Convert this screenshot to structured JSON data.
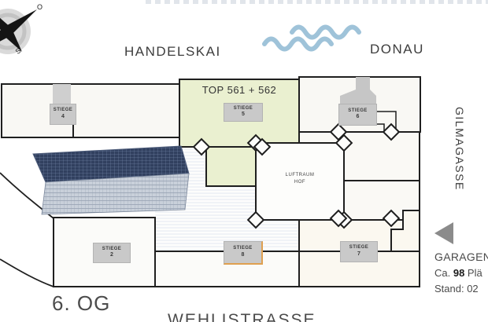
{
  "compass": {
    "east_label": "O",
    "south_label": "S"
  },
  "map_labels": {
    "handelskai": "HANDELSKAI",
    "donau": "DONAU",
    "gilmagasse": "GILMAGASSE",
    "wehlistrasse": "WEHLISTRASSE",
    "floor": "6. OG"
  },
  "plan": {
    "top_unit_label": "TOP 561 + 562",
    "courtyard_line1": "LUFTRAUM",
    "courtyard_line2": "HOF",
    "stiege_boxes": [
      {
        "label": "STIEGE",
        "num": "4"
      },
      {
        "label": "STIEGE",
        "num": "5"
      },
      {
        "label": "STIEGE",
        "num": "6"
      },
      {
        "label": "STIEGE",
        "num": "2"
      },
      {
        "label": "STIEGE",
        "num": "8",
        "highlighted": true
      },
      {
        "label": "STIEGE",
        "num": "7"
      }
    ]
  },
  "garage_info": {
    "line1": "GARAGEN",
    "line2_prefix": "Ca. ",
    "line2_bold": "98",
    "line2_suffix": " Plä",
    "line3": "Stand: 02"
  },
  "colors": {
    "unit_green": "#eaf0d0",
    "water_blue": "#9fc3d9",
    "stair_gray": "#c9c9c9",
    "highlight_orange": "#dfa050",
    "outline": "#1f1f1f"
  }
}
